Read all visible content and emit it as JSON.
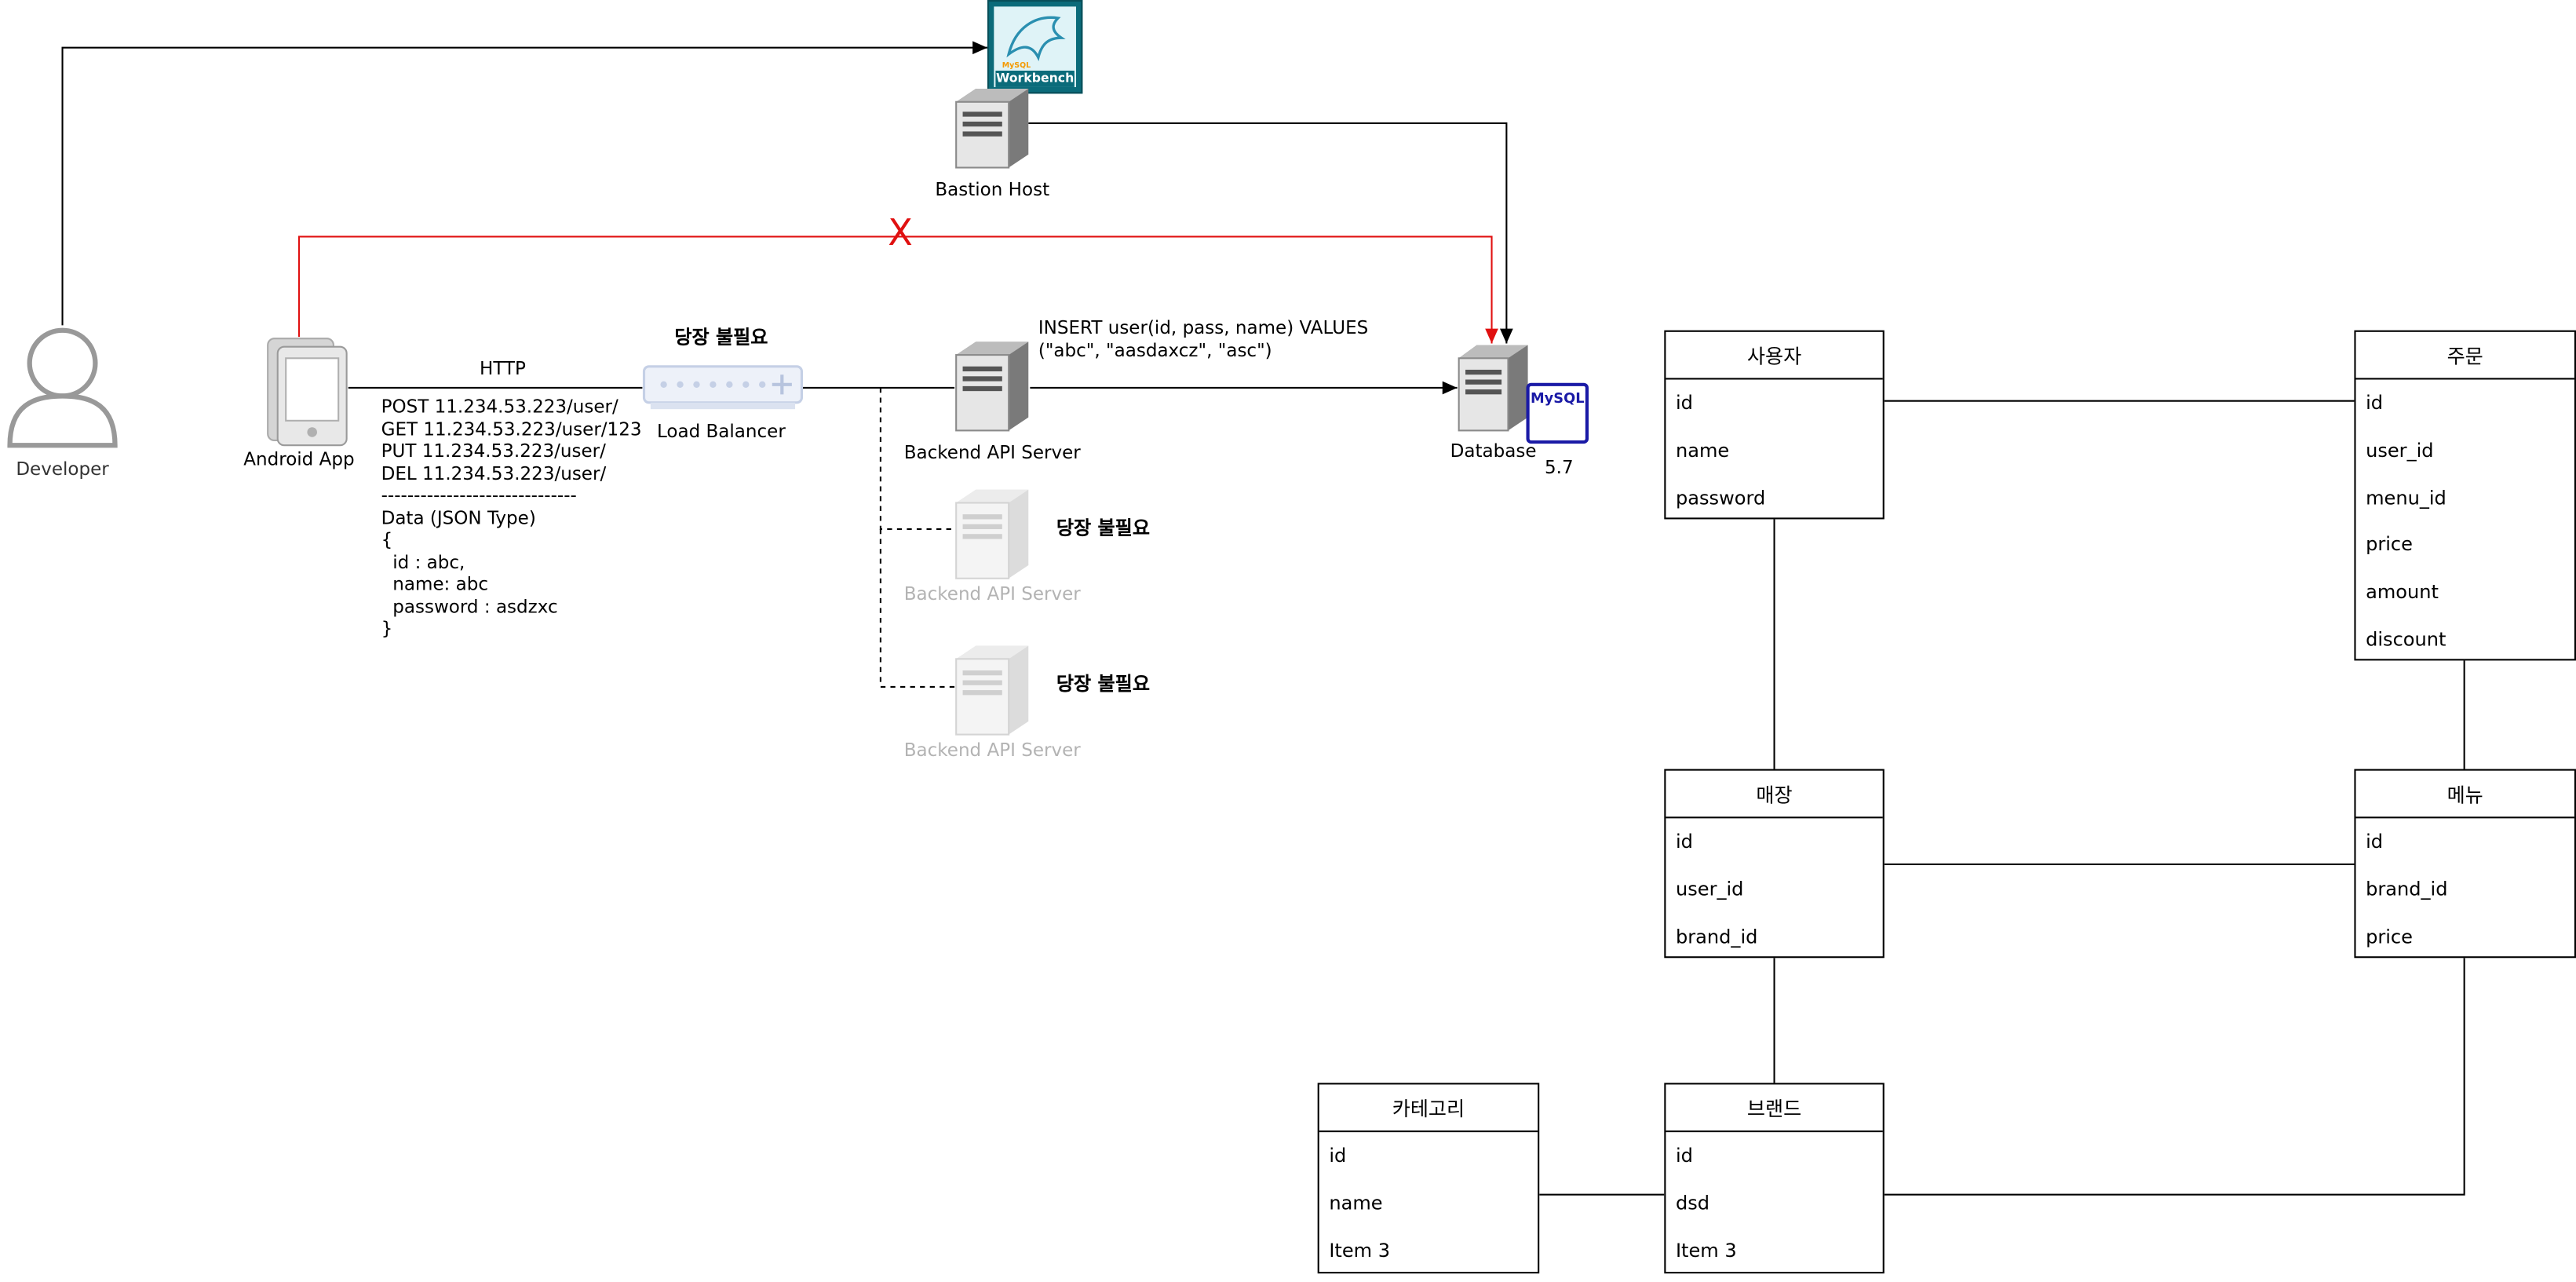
{
  "actors": {
    "developer": "Developer",
    "android_app": "Android App",
    "bastion_host": "Bastion Host",
    "load_balancer": "Load Balancer",
    "database": "Database",
    "db_version": "5.7",
    "backend_main": "Backend API Server",
    "backend_2": "Backend API Server",
    "backend_3": "Backend API Server"
  },
  "notes": {
    "not_needed_lb": "당장 불필요",
    "not_needed_b2": "당장 불필요",
    "not_needed_b3": "당장 불필요",
    "http": "HTTP",
    "blocked_mark": "X",
    "insert_line1": "INSERT user(id, pass, name) VALUES",
    "insert_line2": "(\"abc\", \"aasdaxcz\", \"asc\")",
    "requests": "POST 11.234.53.223/user/\nGET 11.234.53.223/user/123\nPUT 11.234.53.223/user/\nDEL 11.234.53.223/user/\n------------------------------\nData (JSON Type)\n{\n  id : abc,\n  name: abc\n  password : asdzxc\n}"
  },
  "logos": {
    "workbench_small": "MySQL",
    "workbench": "Workbench",
    "mysql": "MySQL"
  },
  "erd": {
    "user": {
      "title": "사용자",
      "fields": [
        "id",
        "name",
        "password"
      ]
    },
    "order": {
      "title": "주문",
      "fields": [
        "id",
        "user_id",
        "menu_id",
        "price",
        "amount",
        "discount"
      ]
    },
    "store": {
      "title": "매장",
      "fields": [
        "id",
        "user_id",
        "brand_id"
      ]
    },
    "menu": {
      "title": "메뉴",
      "fields": [
        "id",
        "brand_id",
        "price"
      ]
    },
    "category": {
      "title": "카테고리",
      "fields": [
        "id",
        "name",
        "Item 3"
      ]
    },
    "brand": {
      "title": "브랜드",
      "fields": [
        "id",
        "dsd",
        "Item 3"
      ]
    }
  },
  "colors": {
    "blocked_line": "#e01010",
    "line": "#000000",
    "faded": "#b3b3b3",
    "mysql_blue": "#1a1aa6",
    "workbench_teal": "#0b7a8c"
  }
}
